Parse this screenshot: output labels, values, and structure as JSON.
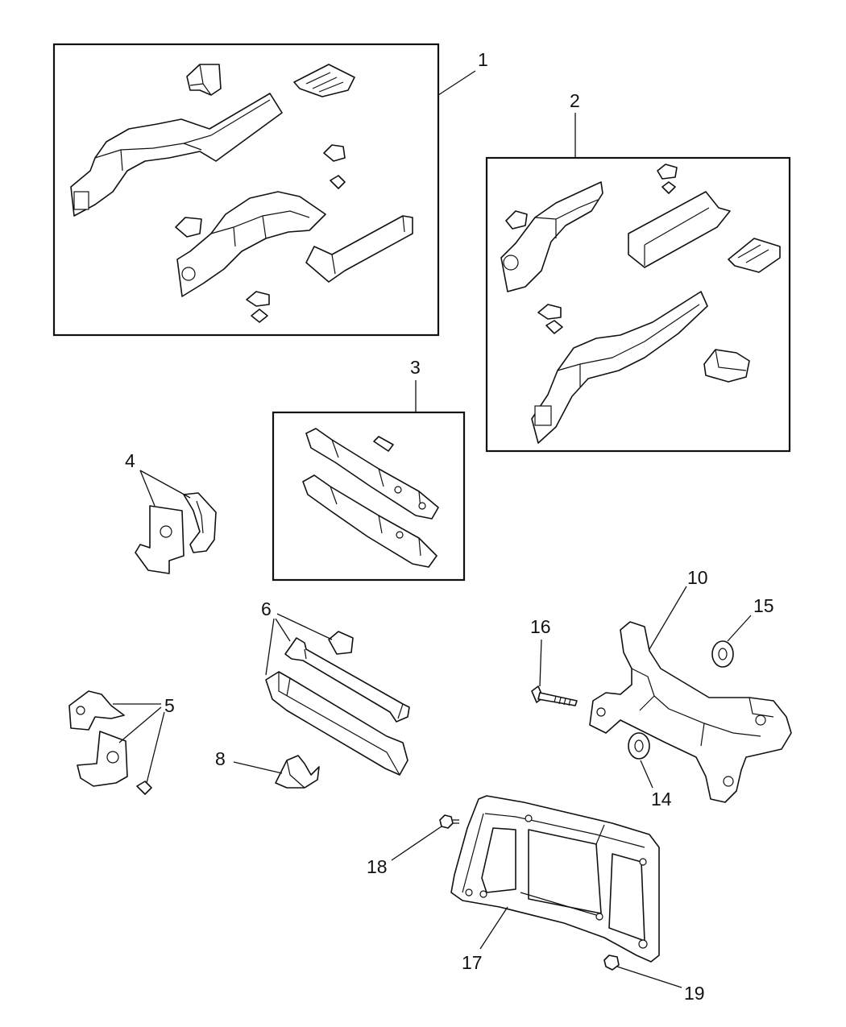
{
  "callouts": {
    "c1": "1",
    "c2": "2",
    "c3": "3",
    "c4": "4",
    "c5": "5",
    "c6": "6",
    "c8": "8",
    "c10": "10",
    "c14": "14",
    "c15": "15",
    "c16": "16",
    "c17": "17",
    "c18": "18",
    "c19": "19"
  }
}
